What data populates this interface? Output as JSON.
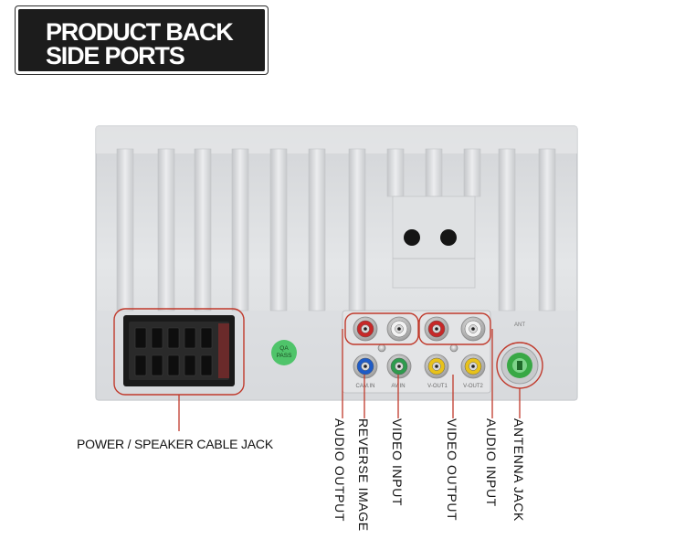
{
  "header": {
    "title_line1": "PRODUCT BACK",
    "title_line2": "SIDE PORTS"
  },
  "device": {
    "qa_badge_line1": "QA",
    "qa_badge_line2": "PASS",
    "ant_label": "ANT",
    "port_labels": {
      "camera": "CAM.IN",
      "av_in": "AV IN",
      "v_out1": "V-OUT1",
      "v_out2": "V-OUT2"
    }
  },
  "annotations": {
    "power": "POWER / SPEAKER CABLE JACK",
    "audio_output": "AUDIO OUTPUT",
    "reverse_image": "REVERSE IMAGE",
    "video_input": "VIDEO INPUT",
    "video_output": "VIDEO OUTPUT",
    "audio_input": "AUDIO INPUT",
    "antenna": "ANTENNA JACK"
  },
  "colors": {
    "callout": "#c0392b",
    "rca_red": "#c62828",
    "rca_white": "#f2f2f2",
    "rca_blue": "#1e5bc6",
    "rca_green": "#2e9b4e",
    "rca_yellow": "#e8c21a",
    "antenna_green": "#38a845",
    "qa_badge": "#4fc46a"
  }
}
